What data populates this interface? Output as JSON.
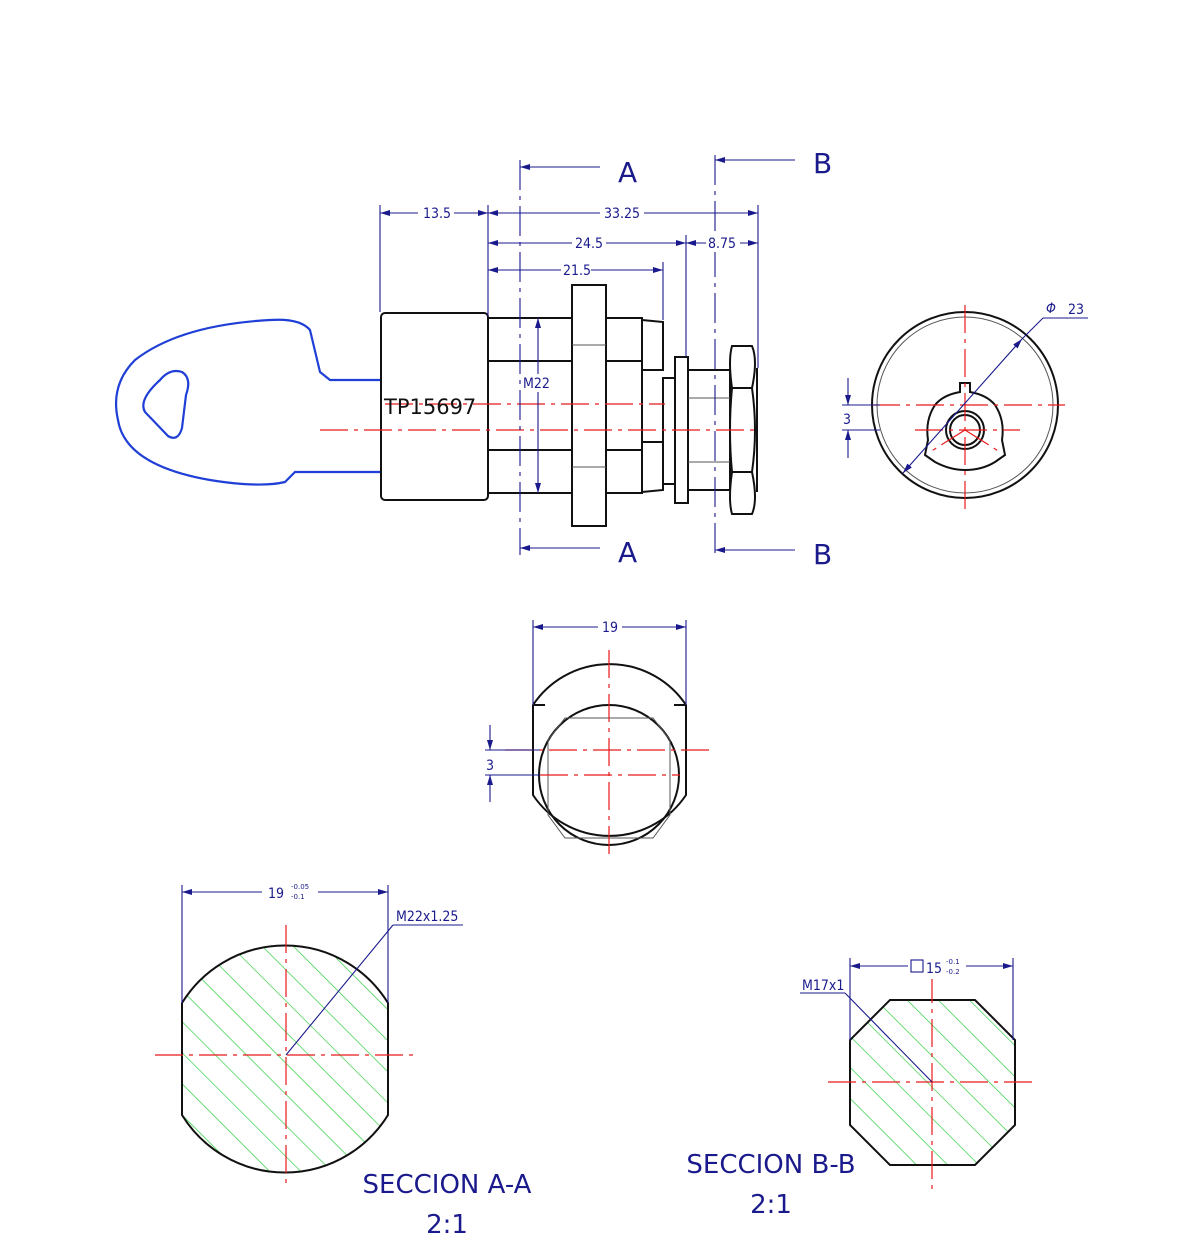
{
  "drawing": {
    "part_number": "TP15697",
    "section_markers": {
      "a": "A",
      "b": "B"
    },
    "dimensions": {
      "key_length": "13.5",
      "overall_length": "33.25",
      "to_washer": "24.5",
      "nut_length": "8.75",
      "thread_length": "21.5",
      "thread_diameter": "M22",
      "outer_diameter_symbol": "Φ",
      "outer_diameter": "23",
      "offset_end": "3",
      "flat_width": "19",
      "offset_front": "3",
      "section_a_width": "19",
      "section_a_tol_upper": "-0.05",
      "section_a_tol_lower": "-0.1",
      "section_a_thread": "M22x1.25",
      "section_b_width": "15",
      "section_b_tol_upper": "-0.1",
      "section_b_tol_lower": "-0.2",
      "section_b_thread": "M17x1"
    },
    "sections": [
      {
        "title": "SECCION A-A",
        "scale": "2:1"
      },
      {
        "title": "SECCION B-B",
        "scale": "2:1"
      }
    ],
    "colors": {
      "outline": "#111111",
      "dimension": "#1a1a8c",
      "centerline": "#e8191c",
      "hatch": "#22cc33",
      "key": "#1f3fd6"
    }
  }
}
